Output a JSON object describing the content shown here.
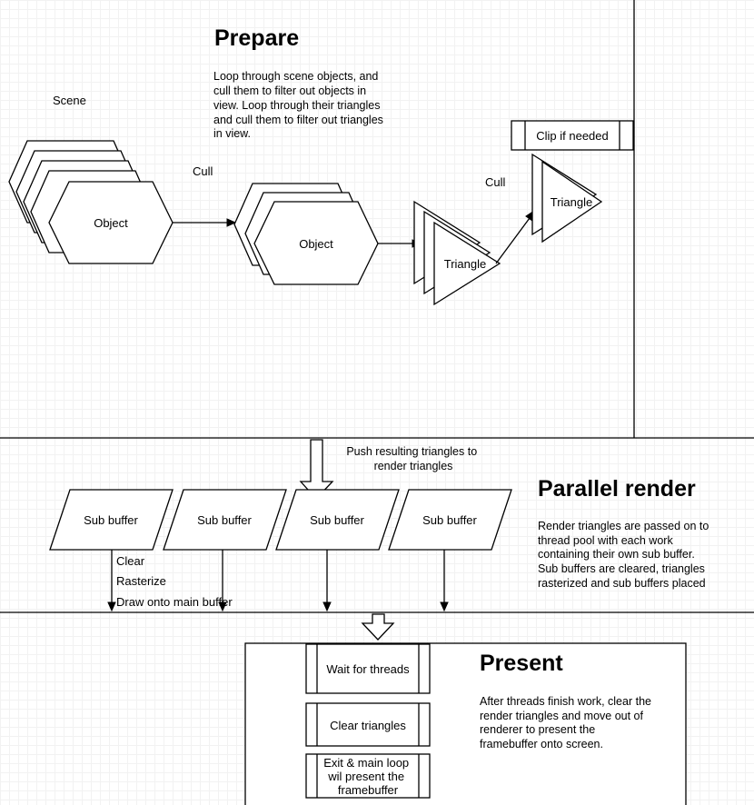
{
  "prepare": {
    "title": "Prepare",
    "description": [
      "Loop through scene objects, and",
      "cull them to filter out objects in",
      "view. Loop through their triangles",
      "and cull them to filter out triangles",
      "in view."
    ],
    "scene_label": "Scene",
    "cull_label_1": "Cull",
    "cull_label_2": "Cull",
    "object_label": "Object",
    "triangle_label": "Triangle",
    "clip_label": "Clip if needed"
  },
  "parallel": {
    "push_label": [
      "Push resulting triangles to",
      "render triangles"
    ],
    "title": "Parallel render",
    "description": [
      "Render triangles are passed on to",
      "thread pool with each work",
      "containing their own sub buffer.",
      "Sub buffers are cleared, triangles",
      "rasterized and sub buffers placed"
    ],
    "sub_buffer_label": "Sub buffer",
    "steps": [
      "Clear",
      "Rasterize",
      "Draw onto main buffer"
    ]
  },
  "present": {
    "title": "Present",
    "description": [
      "After threads finish work, clear the",
      "render triangles and move out of",
      "renderer to present the",
      "framebuffer onto screen."
    ],
    "wait_label": "Wait for threads",
    "clear_label": "Clear triangles",
    "exit_label": [
      "Exit & main loop",
      "wil present the",
      "framebuffer"
    ]
  }
}
